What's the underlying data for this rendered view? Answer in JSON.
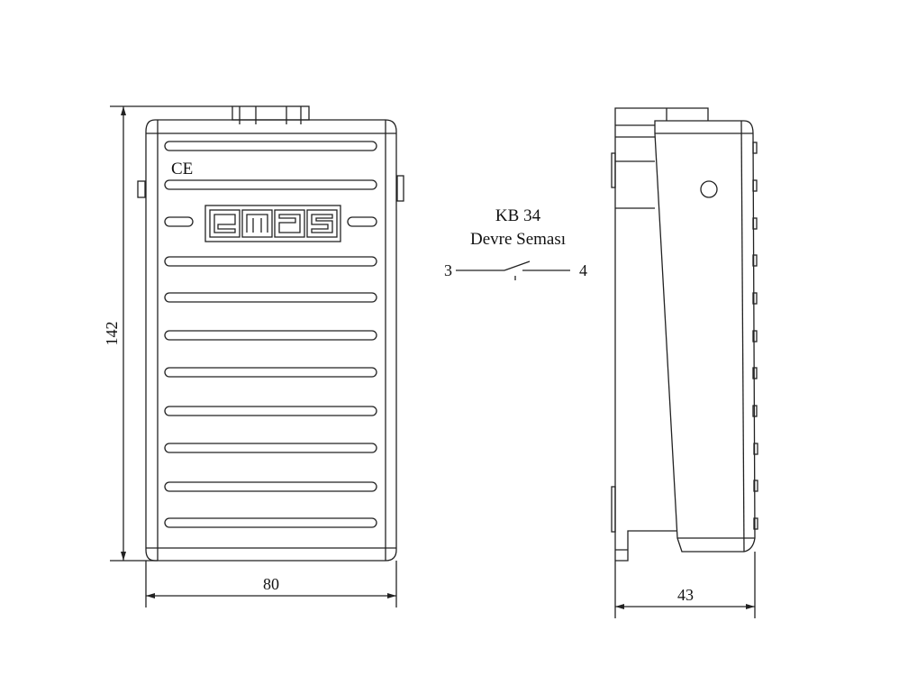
{
  "front_view": {
    "width_label": "80",
    "height_label": "142",
    "ce_mark": "CE",
    "logo": "emas"
  },
  "side_view": {
    "depth_label": "43"
  },
  "circuit": {
    "title": "KB 34",
    "subtitle": "Devre Semasi",
    "subtitle_display": "Devre Seması",
    "terminal_left": "3",
    "terminal_right": "4"
  }
}
